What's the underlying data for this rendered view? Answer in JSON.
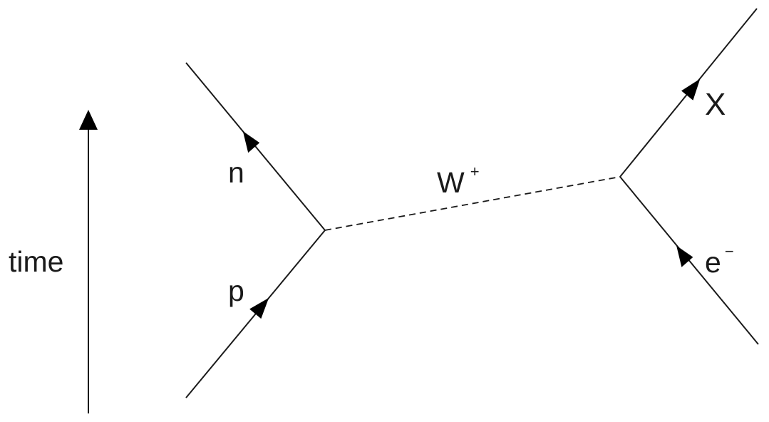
{
  "axis": {
    "label": "time"
  },
  "particles": {
    "neutron": "n",
    "proton": "p",
    "boson": "W",
    "boson_charge": "+",
    "product": "X",
    "electron": "e",
    "electron_charge": "−"
  },
  "colors": {
    "ink": "#1a1a1a",
    "background": "#ffffff"
  }
}
